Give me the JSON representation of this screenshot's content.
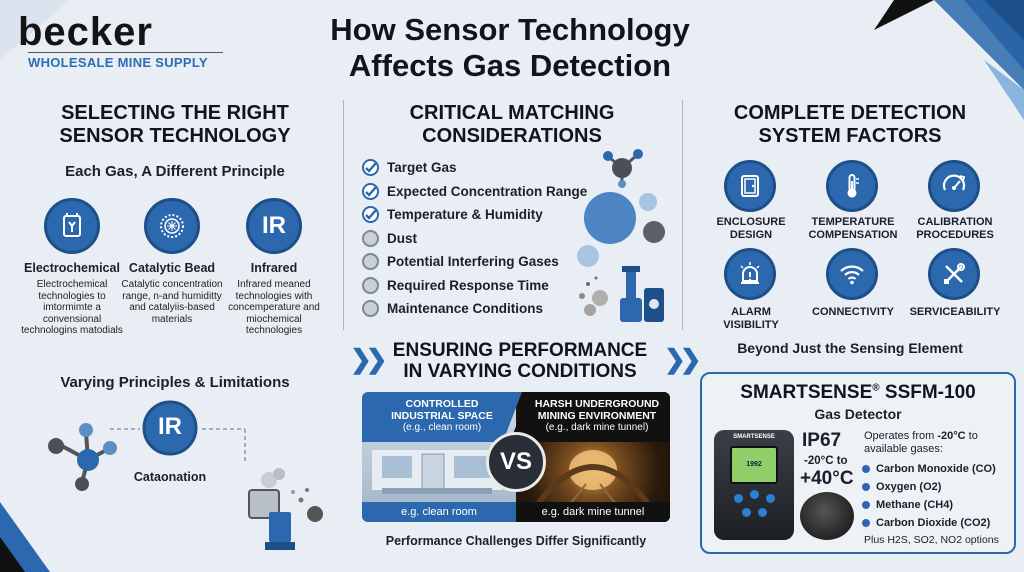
{
  "header": {
    "title_line1": "How Sensor Technology",
    "title_line2": "Affects Gas Detection"
  },
  "logo": {
    "brand": "becker",
    "tagline": "WHOLESALE MINE SUPPLY"
  },
  "left": {
    "title_line1": "SELECTING THE RIGHT",
    "title_line2": "SENSOR TECHNOLOGY",
    "subtitle": "Each Gas, A Different Principle",
    "techs": [
      {
        "name": "Electrochemical",
        "desc": "Electrochemical technologies to imtormimte a convensional technologins matodials",
        "icon": "electrochemical-cell-icon"
      },
      {
        "name": "Catalytic Bead",
        "desc": "Catalytic concentration range, n-and humiditty and catalyiis-based materials",
        "icon": "catalytic-bead-icon"
      },
      {
        "name": "Infrared",
        "desc": "Infrared meaned technologies with concemperature and miochemical technologies",
        "icon_text": "IR"
      }
    ],
    "subtitle2": "Varying Principles & Limitations",
    "ir_big": "IR",
    "bottom_label": "Cataonation"
  },
  "middle": {
    "title_line1": "CRITICAL MATCHING",
    "title_line2": "CONSIDERATIONS",
    "items": [
      {
        "label": "Target Gas",
        "checked": true
      },
      {
        "label": "Expected Concentration Range",
        "checked": true
      },
      {
        "label": "Temperature & Humidity",
        "checked": true
      },
      {
        "label": "Dust",
        "checked": false
      },
      {
        "label": "Potential Interfering Gases",
        "checked": false
      },
      {
        "label": "Required Response Time",
        "checked": false
      },
      {
        "label": "Maintenance Conditions",
        "checked": false
      }
    ],
    "perf_title_line1": "ENSURING PERFORMANCE",
    "perf_title_line2": "IN VARYING CONDITIONS",
    "left_env": {
      "title_line1": "CONTROLLED",
      "title_line2": "INDUSTRIAL SPACE",
      "example": "(e.g., clean room)",
      "footer": "e.g. clean room"
    },
    "right_env": {
      "title_line1": "HARSH UNDERGROUND",
      "title_line2": "MINING ENVIRONMENT",
      "example": "(e.g., dark mine tunnel)",
      "footer": "e.g. dark mine tunnel"
    },
    "vs": "VS",
    "perf_footer": "Performance Challenges Differ Significantly"
  },
  "right": {
    "title_line1": "COMPLETE DETECTION",
    "title_line2": "SYSTEM FACTORS",
    "factors": [
      {
        "line1": "ENCLOSURE",
        "line2": "DESIGN",
        "icon": "enclosure-icon"
      },
      {
        "line1": "TEMPERATURE",
        "line2": "COMPENSATION",
        "icon": "thermometer-icon"
      },
      {
        "line1": "CALIBRATION",
        "line2": "PROCEDURES",
        "icon": "gauge-icon"
      },
      {
        "line1": "ALARM",
        "line2": "VISIBILITY",
        "icon": "alarm-icon"
      },
      {
        "line1": "CONNECTIVITY",
        "line2": "",
        "icon": "wifi-icon"
      },
      {
        "line1": "SERVICEABILITY",
        "line2": "",
        "icon": "wrench-icon"
      }
    ],
    "beyond": "Beyond Just the Sensing Element"
  },
  "product": {
    "name": "SMARTSENSE",
    "reg": "®",
    "model": " SSFM-100",
    "subtitle": "Gas Detector",
    "rating": "IP67",
    "range_low": "-20°C to",
    "range_high": "+40°C",
    "ops_prefix": "Operates from ",
    "ops_temp": "-20°C",
    "ops_suffix": " to available gases:",
    "gases": [
      "Carbon Monoxide (CO)",
      "Oxygen (O2)",
      "Methane (CH4)",
      "Carbon Dioxide (CO2)"
    ],
    "plus": "Plus H2S, SO2, NO2 options",
    "device_brand": "SMARTSENSE",
    "device_reading": "1992"
  },
  "colors": {
    "accent": "#2c68ad",
    "dark": "#0f1420",
    "bg": "#e9eef4"
  }
}
